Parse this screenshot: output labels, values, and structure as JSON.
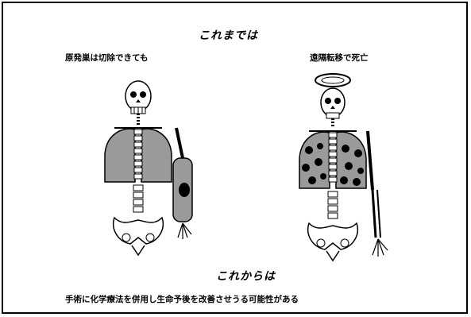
{
  "before": {
    "heading": "これまでは",
    "left_caption": "原発巣は切除できても",
    "right_caption": "遠隔転移で死亡"
  },
  "after": {
    "heading": "これからは",
    "caption": "手術に化学療法を併用し生命予後を改善させうる可能性がある"
  },
  "figures": {
    "left": {
      "icon": "skeleton-with-resected-primary-tumor",
      "tumor_color": "#000000",
      "lung_fill": "#9a9a9a"
    },
    "right": {
      "icon": "skeleton-with-metastases-and-halo",
      "lesion_color": "#000000",
      "lung_fill": "#9a9a9a"
    }
  }
}
